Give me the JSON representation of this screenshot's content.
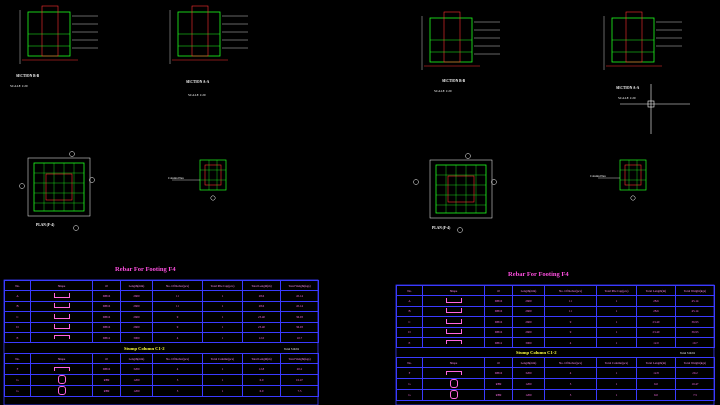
{
  "sections": [
    {
      "title": "SECTION B-B",
      "scale": "SCALE 1:20"
    },
    {
      "title": "SECTION A-A",
      "scale": "SCALE 1:20"
    },
    {
      "title": "SECTION B-B",
      "scale": "SCALE 1:20"
    },
    {
      "title": "SECTION A-A",
      "scale": "SCALE 1:20"
    }
  ],
  "plans": [
    {
      "label": "PLAN (F-4)"
    },
    {
      "label": "Column Plan"
    },
    {
      "label": "PLAN (F-4)"
    },
    {
      "label": "Column Plan"
    }
  ],
  "footing_tables": [
    {
      "title": "Rebar For Footing F4",
      "headers": [
        "No.",
        "Shape",
        "Ø",
        "Length(mm)",
        "No. Of Rebar(pcs)",
        "Total Pile Cap(pcs)",
        "Total Length(m)",
        "Total Weight(kgs)"
      ],
      "rows": [
        [
          "A",
          "",
          "DB16",
          "2600",
          "11",
          "1",
          "28.6",
          "45.14"
        ],
        [
          "B",
          "",
          "DB16",
          "2600",
          "11",
          "1",
          "28.6",
          "45.14"
        ],
        [
          "C",
          "",
          "DB16",
          "2600",
          "9",
          "1",
          "23.40",
          "36.93"
        ],
        [
          "D",
          "",
          "DB16",
          "2600",
          "9",
          "1",
          "23.40",
          "36.93"
        ],
        [
          "E",
          "",
          "DB12",
          "3000",
          "4",
          "1",
          "12.0",
          "10.7"
        ]
      ]
    },
    {
      "title": "Rebar For Footing F4",
      "headers": [
        "No.",
        "Shape",
        "Ø",
        "Length(mm)",
        "No. Of Rebar(pcs)",
        "Total Pile Cap(pcs)",
        "Total Length(m)",
        "Total Weight(kgs)"
      ],
      "rows": [
        [
          "A",
          "",
          "DB16",
          "2600",
          "11",
          "1",
          "28.6",
          "45.14"
        ],
        [
          "B",
          "",
          "DB16",
          "2600",
          "11",
          "1",
          "28.6",
          "45.14"
        ],
        [
          "C",
          "",
          "DB16",
          "2600",
          "9",
          "1",
          "23.40",
          "36.93"
        ],
        [
          "D",
          "",
          "DB16",
          "2600",
          "9",
          "1",
          "23.40",
          "36.93"
        ],
        [
          "E",
          "",
          "DB12",
          "3000",
          "4",
          "1",
          "12.0",
          "10.7"
        ]
      ]
    }
  ],
  "column_tables": [
    {
      "title": "Stump Column C1-2",
      "total": "Total 319.91",
      "headers": [
        "No.",
        "Shape",
        "Ø",
        "Length(mm)",
        "No. Of Rebar(pcs)",
        "Total Column(pcs)",
        "Total Length(m)",
        "Total Weight(kgs)"
      ],
      "rows": [
        [
          "F",
          "",
          "DB16",
          "3200",
          "4",
          "1",
          "12.8",
          "20.2"
        ],
        [
          "G",
          "",
          "RB9",
          "1200",
          "5",
          "1",
          "6.0",
          "10.47"
        ],
        [
          "G",
          "",
          "RB9",
          "1200",
          "5",
          "1",
          "6.0",
          "7.5"
        ]
      ]
    },
    {
      "title": "Stump Column C1-2",
      "total": "Total 319.91",
      "headers": [
        "No.",
        "Shape",
        "Ø",
        "Length(mm)",
        "No. Of Rebar(pcs)",
        "Total Column(pcs)",
        "Total Length(m)",
        "Total Weight(kgs)"
      ],
      "rows": [
        [
          "F",
          "",
          "DB16",
          "3200",
          "4",
          "1",
          "12.8",
          "20.2"
        ],
        [
          "G",
          "",
          "RB9",
          "1200",
          "5",
          "1",
          "6.0",
          "10.47"
        ],
        [
          "G",
          "",
          "RB9",
          "1200",
          "5",
          "1",
          "6.0",
          "7.5"
        ]
      ]
    }
  ],
  "colors": {
    "background": "#000000",
    "table_border": "#3a3aff",
    "text_magenta": "#ff66e0",
    "rebar_green": "#20ff20",
    "concrete_red": "#ff3030",
    "annotation_yellow": "#ffff40"
  }
}
